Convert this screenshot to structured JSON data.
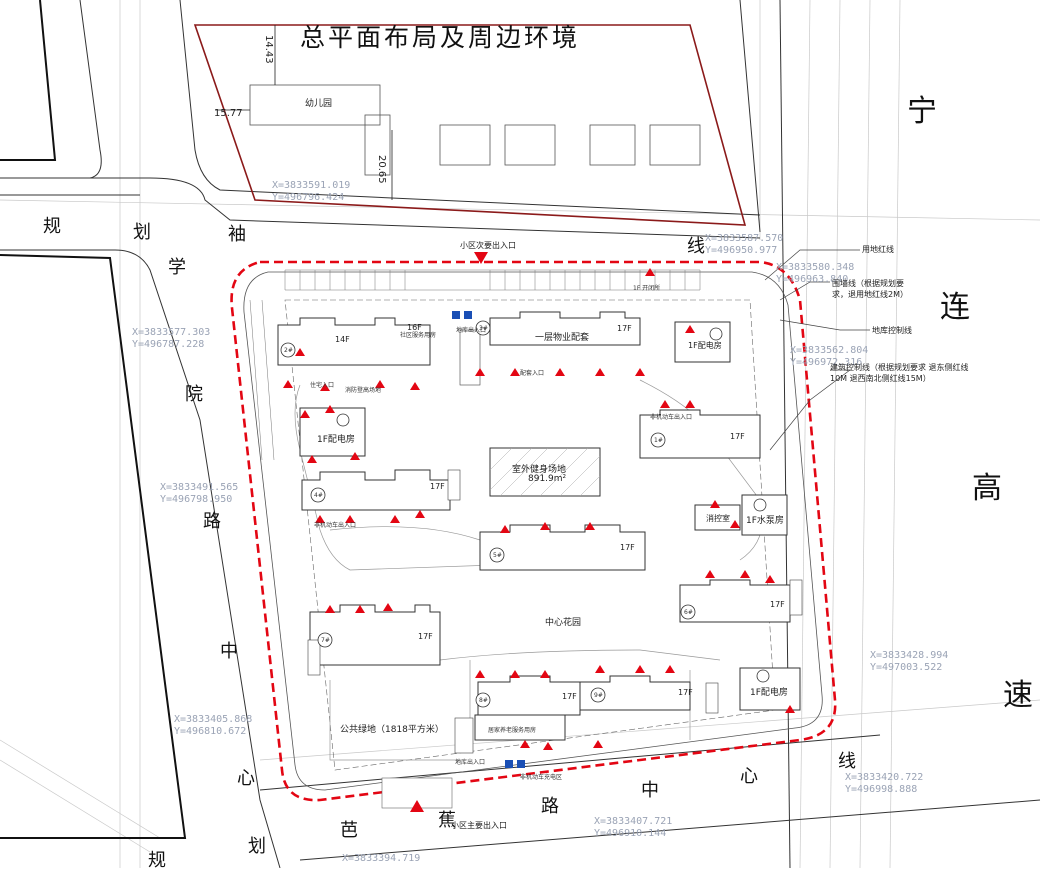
{
  "title": "总平面布局及周边环境",
  "roads": {
    "north": [
      "规",
      "划",
      "袖",
      "线"
    ],
    "west": [
      "学",
      "院",
      "路",
      "中",
      "心"
    ],
    "south": [
      "芭",
      "蕉",
      "路",
      "中",
      "心",
      "线"
    ],
    "bottom_left": [
      "规",
      "划"
    ],
    "east": [
      "宁",
      "连",
      "高",
      "速"
    ]
  },
  "dims": {
    "d1": "14.43",
    "d2": "15.77",
    "d3": "20.65"
  },
  "coords": [
    "X=3833591.019",
    "Y=496796.424",
    "X=3833587.570",
    "Y=496950.977",
    "X=3833580.348",
    "Y=496963.840",
    "X=3833562.804",
    "Y=496972.316",
    "X=3833577.303",
    "Y=496787.228",
    "X=3833491.565",
    "Y=496798.950",
    "X=3833428.994",
    "Y=497003.522",
    "X=3833405.868",
    "Y=496810.672",
    "X=3833420.722",
    "Y=496998.888",
    "X=3833407.721",
    "Y=496910.144",
    "X=3833394.719"
  ],
  "entrances": {
    "main": "小区主要出入口",
    "secondary": "小区次要出入口"
  },
  "legend": {
    "red_line": "用地红线",
    "wall_line": "围墙线（根据规划要求，退用地红线2M）",
    "basement": "地库控制线",
    "build_line": "建筑控制线（根据规划要求 退东侧红线10M 退西南北侧红线15M）"
  },
  "labels": {
    "kindergarten": "幼儿园",
    "fitness": "室外健身场地",
    "fitness_area": "891.9m²",
    "center_garden": "中心花园",
    "green": "公共绿地（1818平方米）",
    "property": "一层物业配套",
    "power1": "1F配电房",
    "power2": "1F配电房",
    "power3": "1F配电房",
    "pump": "1F水泵房",
    "control": "消控室",
    "elder": "居家养老服务用房",
    "ramp1": "地库出入口",
    "ramp2": "地库出入口",
    "garage_exit": "非机动车出入口",
    "entry_cluster": "住宅入口",
    "shop": "配套入口",
    "fire": "消防登高场地",
    "bike": "非机动车出入口",
    "village": "社区服务用房",
    "nonmotor": "非机动车充电区",
    "garage_power": "1F 开闭所"
  },
  "buildings": [
    {
      "no": "2#",
      "floors": "14F",
      "sub": "16F"
    },
    {
      "no": "3#",
      "floors": "17F"
    },
    {
      "no": "1#",
      "floors": "17F"
    },
    {
      "no": "4#",
      "floors": "17F"
    },
    {
      "no": "5#",
      "floors": "17F"
    },
    {
      "no": "6#",
      "floors": "17F"
    },
    {
      "no": "7#",
      "floors": "17F"
    },
    {
      "no": "8#",
      "floors": "17F"
    },
    {
      "no": "9#",
      "floors": "17F"
    }
  ],
  "colors": {
    "red": "#e30613",
    "wall": "#c81e1e",
    "line": "#555555",
    "grey": "#9aa3b5"
  },
  "icons": [
    "entrance-triangle-icon",
    "wheelchair-icon",
    "building-marker-icon"
  ]
}
